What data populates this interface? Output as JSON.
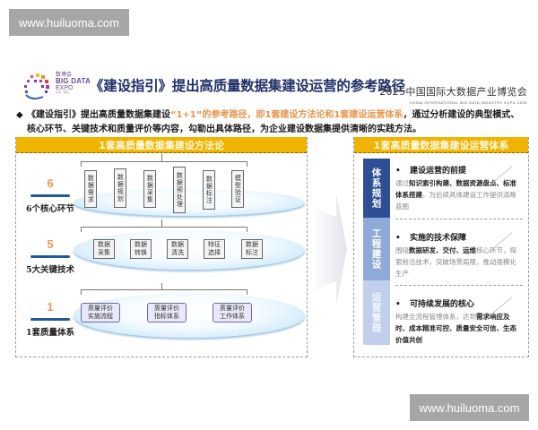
{
  "watermark": {
    "text": "www.huiluoma.com"
  },
  "header": {
    "logo": {
      "cn": "数博会",
      "en_line1": "BIG DATA",
      "en_line2": "EXPO",
      "small": "中国 · 贵阳"
    },
    "title": "《建设指引》提出高质量数据集建设运营的参考路径",
    "expo_cn": "2025中国国际大数据产业博览会",
    "expo_en": "CHINA INTERNATIONAL BIG DATA INDUSTRY EXPO 2025"
  },
  "intro": {
    "bullet": "◆",
    "part1": "《建设指引》提出高质量数据集建设",
    "highlight": "“1+1”的参考路径，即1套建设方法论和1套建设运营体系",
    "part2": "，通过分析建设的典型模式、",
    "line2": "核心环节、关键技术和质量评价等内容，勾勒出具体路径，为企业建设数据集提供清晰的实践方法。"
  },
  "left_panel": {
    "header": "1套高质量数据集建设方法论",
    "rows": [
      {
        "number": "6",
        "label": "6个核心环节",
        "items": [
          "数据需求",
          "数据规划",
          "数据采集",
          "数据预处理",
          "数据标注",
          "模型验证"
        ]
      },
      {
        "number": "5",
        "label": "5大关键技术",
        "items": [
          "数据采集",
          "数据转换",
          "数据清洗",
          "特征选择",
          "数据标注"
        ]
      },
      {
        "number": "1",
        "label": "1套质量体系",
        "items": [
          "质量评价实施流程",
          "质量评价指标体系",
          "质量评价工作体系"
        ]
      }
    ]
  },
  "right_panel": {
    "header": "1套高质量数据集建设运营体系",
    "sections": [
      {
        "tab": "体系规划",
        "title": "建设运营的前提",
        "body_plain_1": "通过",
        "body_bold": "知识索引构建、数据资源盘点、标准体系搭建",
        "body_plain_2": "，为后续具体建设工作提供清晰蓝图"
      },
      {
        "tab": "工程建设",
        "title": "实施的技术保障",
        "body_plain_1": "围绕",
        "body_bold": "数据研发、交付、运维",
        "body_plain_2": "核心环节，探索前沿技术，突破场景局限，推动规模化生产"
      },
      {
        "tab": "运营管理",
        "title": "可持续发展的核心",
        "body_plain_1": "构建全流程管理体系，达到",
        "body_bold": "需求响应及时、成本精准可控、质量安全可信、生态价值共创",
        "body_plain_2": ""
      }
    ]
  },
  "colors": {
    "header_yellow": "#f0b400",
    "title_navy": "#1f2f6a",
    "highlight_orange": "#e8944a",
    "tab_dark_blue": "#2e4f94",
    "tab_mid_blue": "#8fa9d8",
    "tab_light_blue": "#c0cfec"
  }
}
